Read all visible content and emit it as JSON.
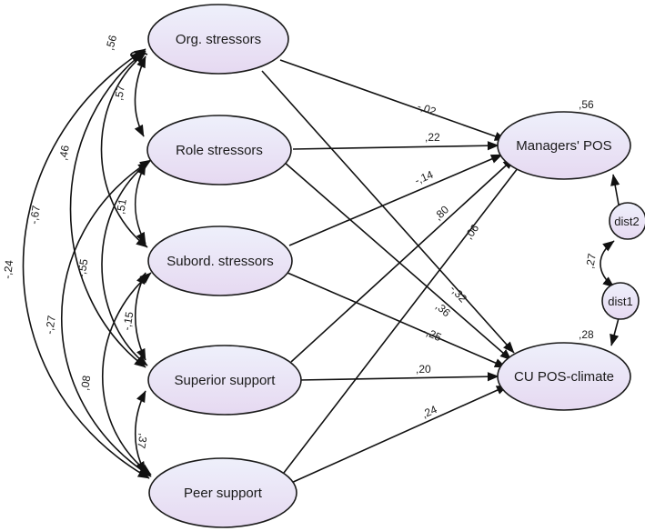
{
  "colors": {
    "node_fill_top": "#eef0fb",
    "node_fill_bottom": "#e6d9f1",
    "stroke": "#111111"
  },
  "nodes": {
    "org": "Org. stressors",
    "role": "Role stressors",
    "subord": "Subord. stressors",
    "superior": "Superior support",
    "peer": "Peer support",
    "managers_pos": "Managers' POS",
    "cu_climate": "CU POS-climate",
    "dist1": "dist1",
    "dist2": "dist2"
  },
  "variances": {
    "managers_pos": ",56",
    "cu_climate": ",28"
  },
  "paths": {
    "org_managers": "-,02",
    "org_cu": "-,32",
    "role_managers": ",22",
    "role_cu": ",36",
    "subord_managers": "-,14",
    "subord_cu": "-,25",
    "superior_managers": ",80",
    "superior_cu": ",20",
    "peer_managers": ",06",
    "peer_cu": ",24"
  },
  "correlations": {
    "org_role": ",57",
    "org_subord": ",46",
    "org_superior": "-,67",
    "org_peer": "-,24",
    "role_subord": ",51",
    "role_superior": "-,55",
    "role_peer": "-,27",
    "subord_superior": "-,15",
    "subord_peer": ",08",
    "superior_peer": ",37",
    "org_loop": ",56",
    "dist": ",27"
  }
}
